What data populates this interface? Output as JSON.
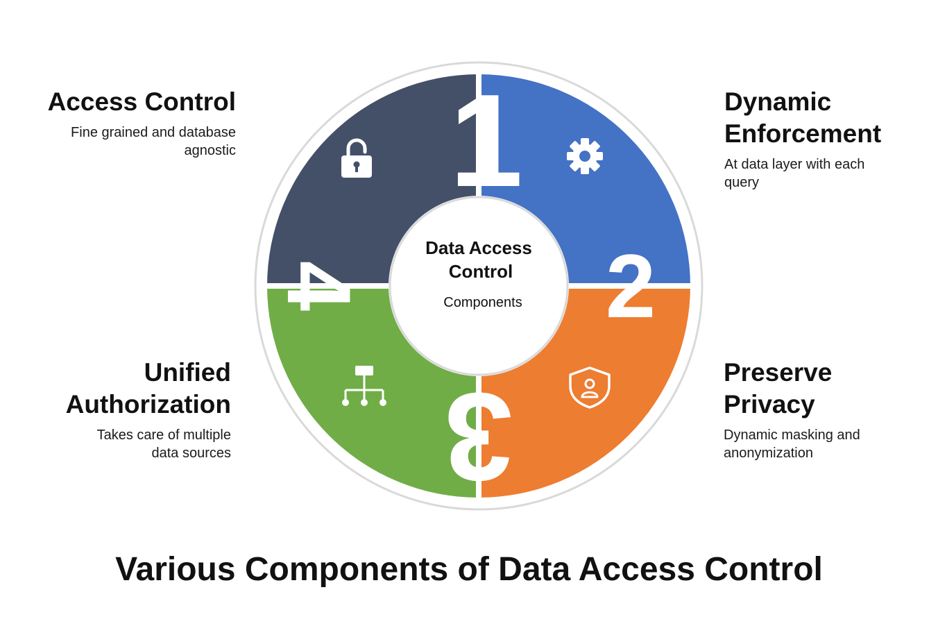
{
  "center": {
    "title_line1": "Data Access",
    "title_line2": "Control",
    "subtitle": "Components"
  },
  "segments": [
    {
      "number": "1",
      "title": "Access Control",
      "description": "Fine grained and database agnostic",
      "color": "#435068",
      "icon": "lock-icon"
    },
    {
      "number": "2",
      "title": "Dynamic Enforcement",
      "description": "At data layer with each query",
      "color": "#4472c4",
      "icon": "gear-icon"
    },
    {
      "number": "3",
      "title": "Preserve Privacy",
      "description": "Dynamic masking and anonymization",
      "color": "#ed7d31",
      "icon": "shield-user-icon"
    },
    {
      "number": "4",
      "title": "Unified Authorization",
      "description": "Takes care of multiple data sources",
      "color": "#70ad47",
      "icon": "hierarchy-icon"
    }
  ],
  "footer": {
    "title": "Various Components of Data Access Control"
  }
}
